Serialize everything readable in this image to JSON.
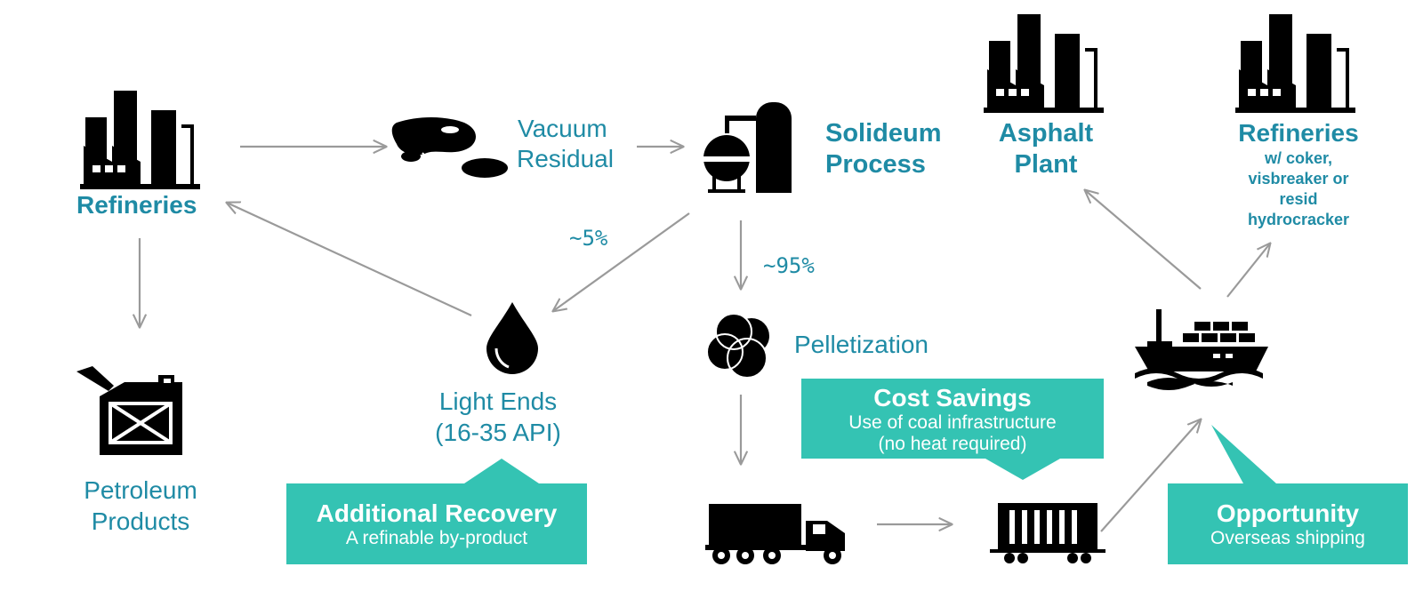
{
  "colors": {
    "text_blue": "#1f8ba5",
    "teal": "#34c3b3",
    "arrow": "#9a9a9a",
    "icon": "#000000"
  },
  "nodes": {
    "refineries": "Refineries",
    "vacuum_residual": [
      "Vacuum",
      "Residual"
    ],
    "solideum_process": [
      "Solideum",
      "Process"
    ],
    "asphalt_plant": [
      "Asphalt",
      "Plant"
    ],
    "refineries_coker": {
      "title": "Refineries",
      "lines": [
        "w/ coker,",
        "visbreaker or",
        "resid",
        "hydrocracker"
      ]
    },
    "petroleum_products": [
      "Petroleum",
      "Products"
    ],
    "light_ends": [
      "Light Ends",
      "(16-35 API)"
    ],
    "pelletization": "Pelletization"
  },
  "percentages": {
    "light_ends": "~5%",
    "pellets": "~95%"
  },
  "callouts": {
    "additional_recovery": {
      "title": "Additional Recovery",
      "subtitle": "A refinable by-product"
    },
    "cost_savings": {
      "title": "Cost Savings",
      "lines": [
        "Use of coal infrastructure",
        "(no heat required)"
      ]
    },
    "opportunity": {
      "title": "Opportunity",
      "subtitle": "Overseas shipping"
    }
  },
  "icons": [
    "factory-icon",
    "oil-spill-icon",
    "distillation-icon",
    "jerry-can-icon",
    "oil-drop-icon",
    "pellets-icon",
    "truck-icon",
    "railcar-icon",
    "cargo-ship-icon"
  ]
}
